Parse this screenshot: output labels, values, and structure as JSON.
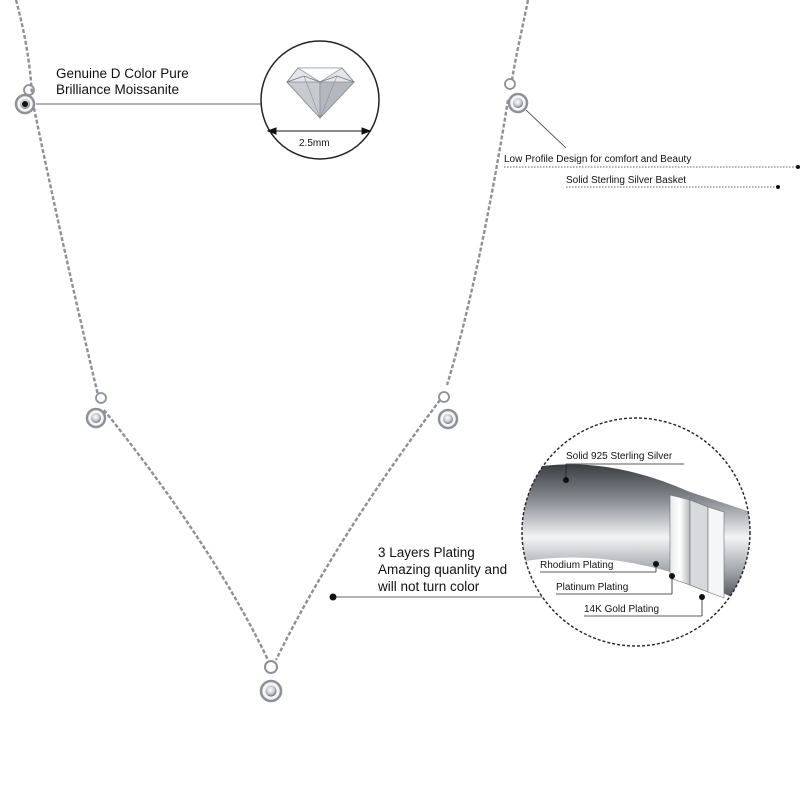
{
  "callouts": {
    "moissanite_line1": "Genuine D Color Pure",
    "moissanite_line2": "Brilliance Moissanite",
    "stone_size": "2.5mm",
    "low_profile": "Low Profile Design for comfort and Beauty",
    "basket": "Solid Sterling Silver Basket",
    "plating_line1": "3 Layers Plating",
    "plating_line2": "Amazing quanlity and",
    "plating_line3": "will not turn color",
    "silver": "Solid 925 Sterling Silver",
    "rhodium": "Rhodium Plating",
    "platinum": "Platinum Plating",
    "gold": "14K Gold Plating"
  },
  "colors": {
    "chain": "#8d9197",
    "chain_highlight": "#d8dadd",
    "leader": "#333333",
    "dot": "#111111",
    "circle_border": "#222222",
    "background": "#ffffff"
  },
  "icons": {
    "stone": "round-brilliant-diamond",
    "size_arrow": "double-arrow",
    "cross_section": "layered-metal-tube"
  }
}
